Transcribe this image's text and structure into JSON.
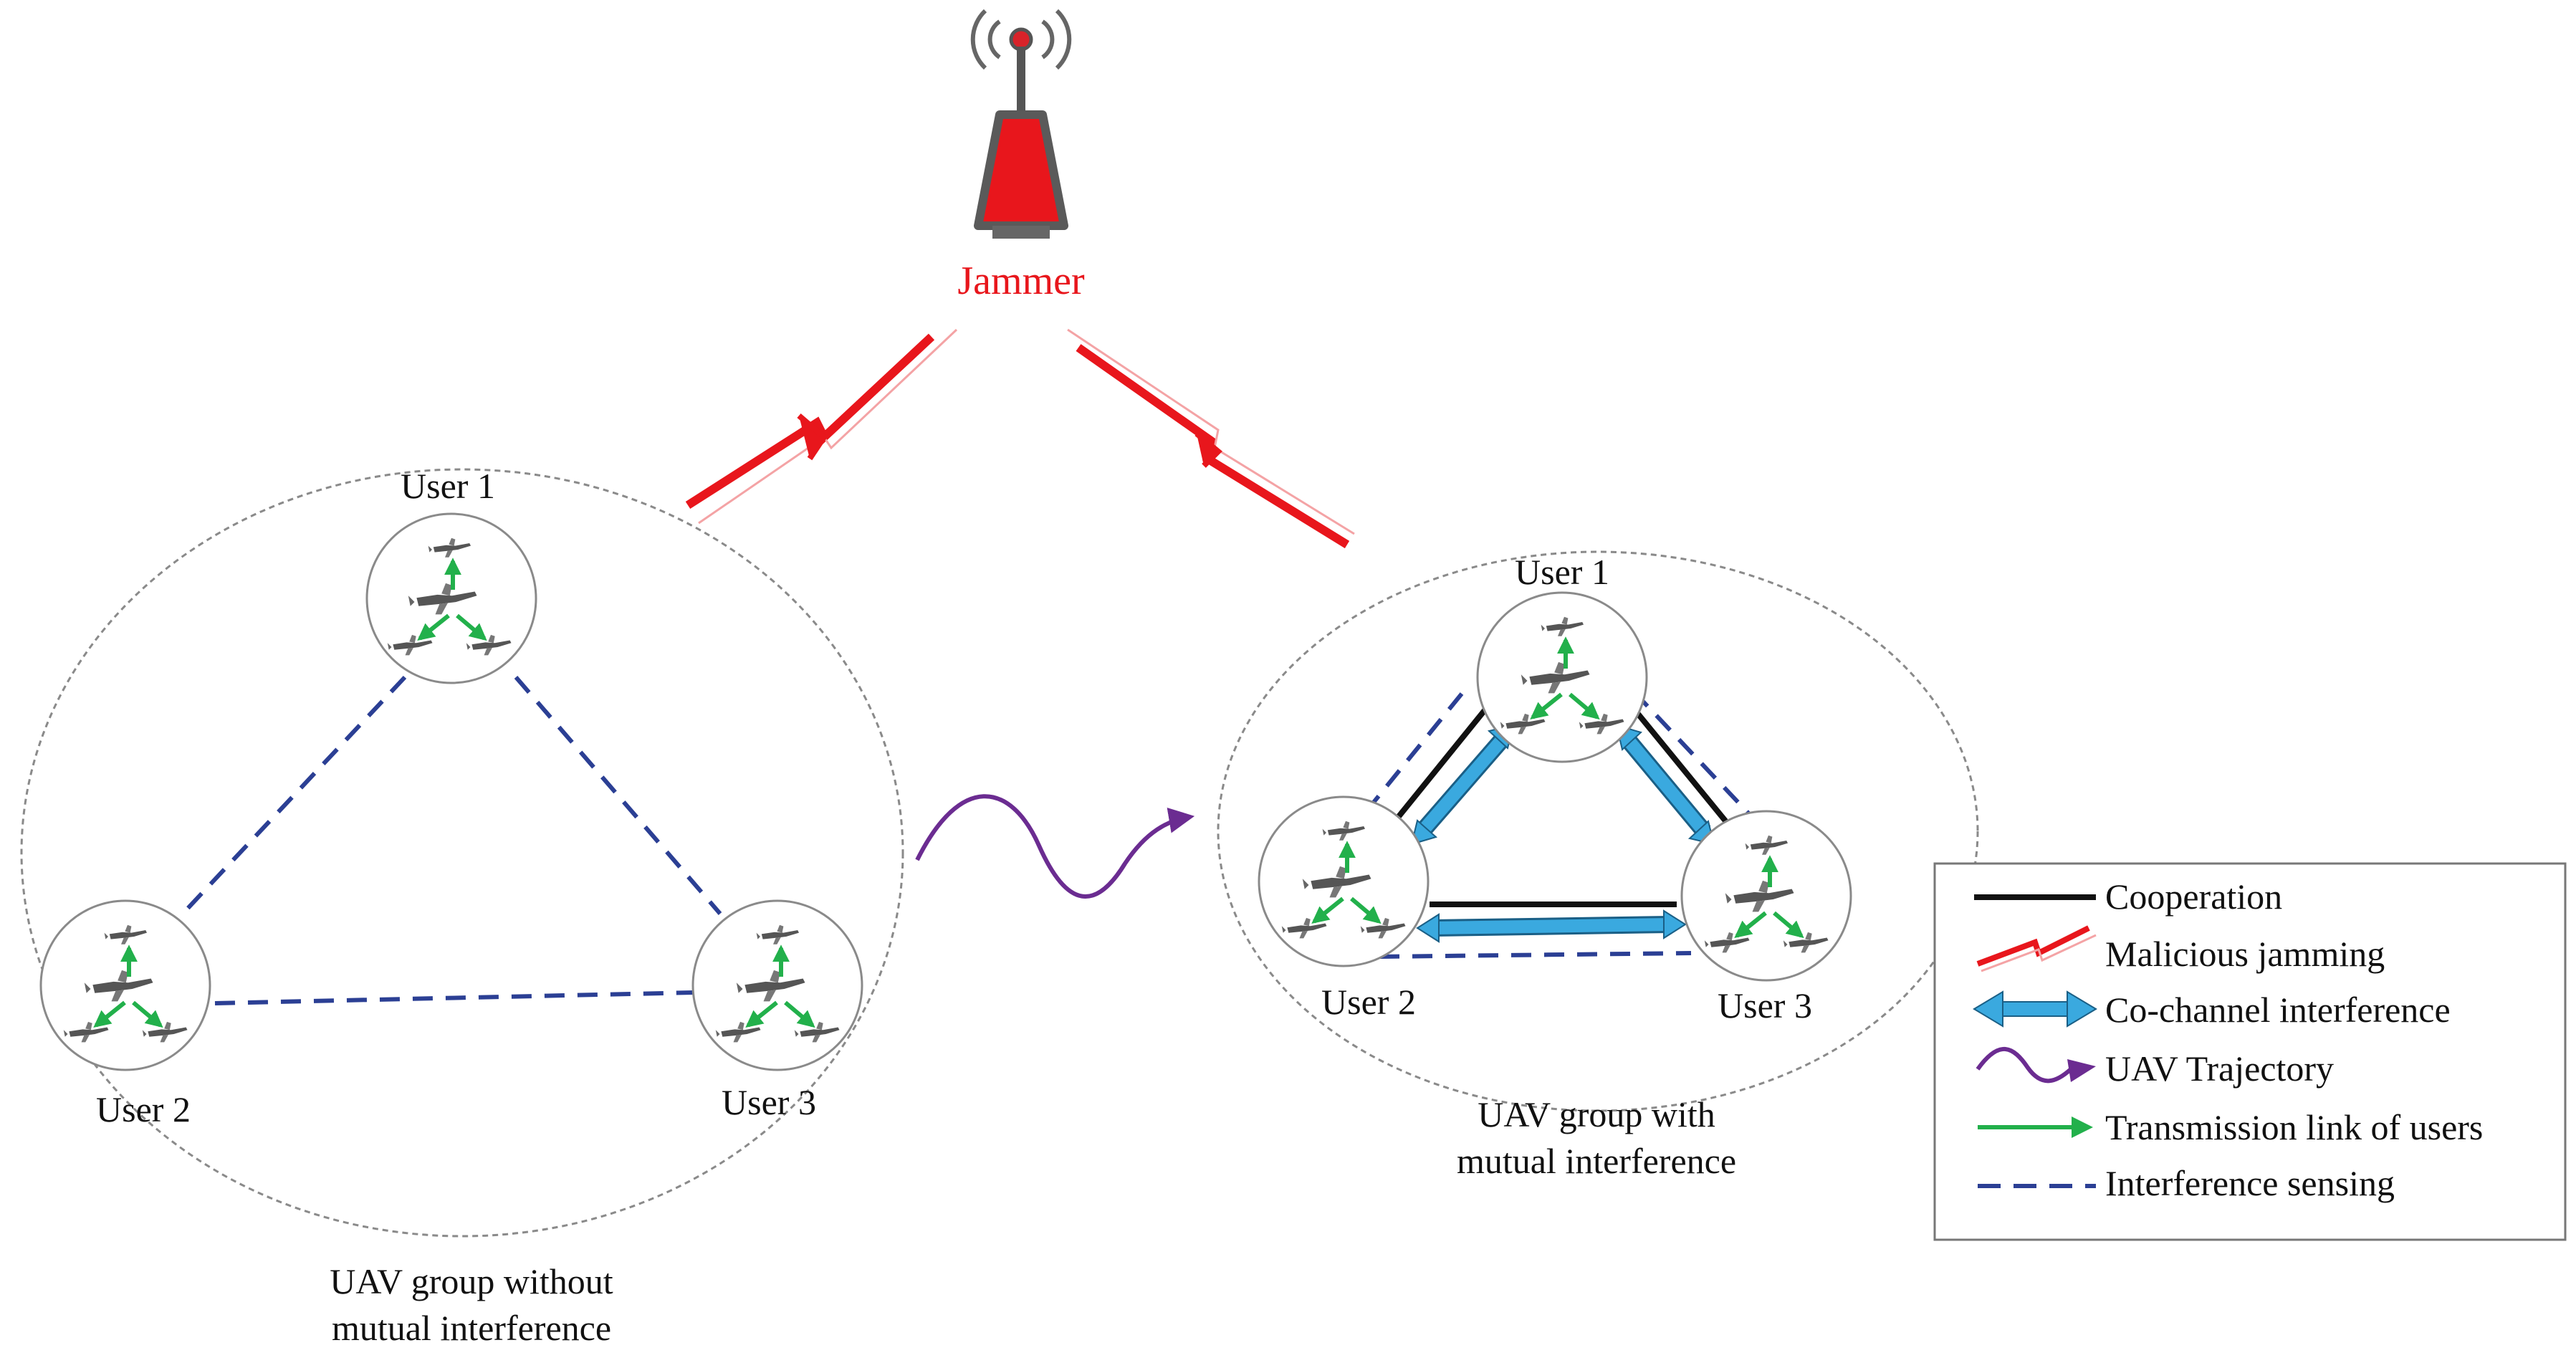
{
  "jammer": {
    "label": "Jammer"
  },
  "group_left": {
    "caption_line1": "UAV group without",
    "caption_line2": "mutual interference",
    "user1": "User 1",
    "user2": "User 2",
    "user3": "User 3"
  },
  "group_right": {
    "caption_line1": "UAV group with",
    "caption_line2": "mutual interference",
    "user1": "User 1",
    "user2": "User 2",
    "user3": "User 3"
  },
  "legend": {
    "items": [
      {
        "label": "Cooperation",
        "icon": "black-line"
      },
      {
        "label": "Malicious jamming",
        "icon": "red-lightning"
      },
      {
        "label": "Co-channel interference",
        "icon": "blue-double-arrow"
      },
      {
        "label": "UAV Trajectory",
        "icon": "purple-wave-arrow"
      },
      {
        "label": "Transmission link of users",
        "icon": "green-arrow"
      },
      {
        "label": "Interference sensing",
        "icon": "blue-dashed-line"
      }
    ]
  },
  "colors": {
    "jammer": "#e8161c",
    "cooperation": "#111111",
    "co_channel": "#3aa9df",
    "trajectory": "#6b2c91",
    "transmission": "#22b04b",
    "sensing": "#2b3f94",
    "circle_border": "#8a8a8a"
  }
}
